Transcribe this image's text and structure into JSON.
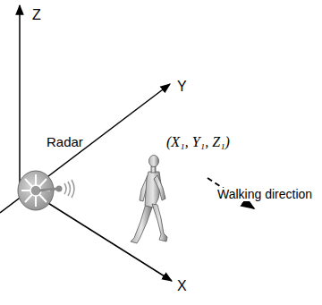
{
  "diagram": {
    "labels": [
      "Z",
      "Y",
      "X",
      "Radar",
      "(X₁, Y₁, Z₁)",
      "Walking direction"
    ]
  }
}
